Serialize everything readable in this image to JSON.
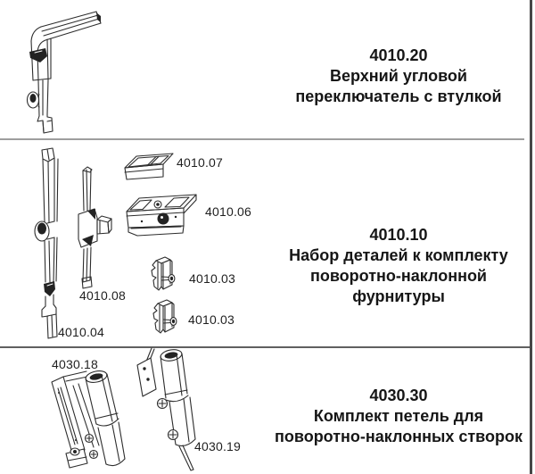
{
  "page": {
    "background_color": "#ffffff",
    "right_border_color": "#474747",
    "top_divider_color": "#9e9e9e",
    "bottom_divider_color": "#606060",
    "text_color": "#161616"
  },
  "sections": [
    {
      "code": "4010.20",
      "title_lines": [
        "Верхний угловой",
        "переключатель с втулкой"
      ],
      "parts": []
    },
    {
      "code": "4010.10",
      "title_lines": [
        "Набор деталей к комплекту",
        "поворотно-наклонной фурнитуры"
      ],
      "parts": [
        {
          "label": "4010.04"
        },
        {
          "label": "4010.08"
        },
        {
          "label": "4010.07"
        },
        {
          "label": "4010.06"
        },
        {
          "label": "4010.03"
        },
        {
          "label": "4010.03"
        }
      ]
    },
    {
      "code": "4030.30",
      "title_lines": [
        "Комплект петель для",
        "поворотно-наклонных створок"
      ],
      "parts": [
        {
          "label": "4030.18"
        },
        {
          "label": "4030.19"
        }
      ]
    }
  ]
}
